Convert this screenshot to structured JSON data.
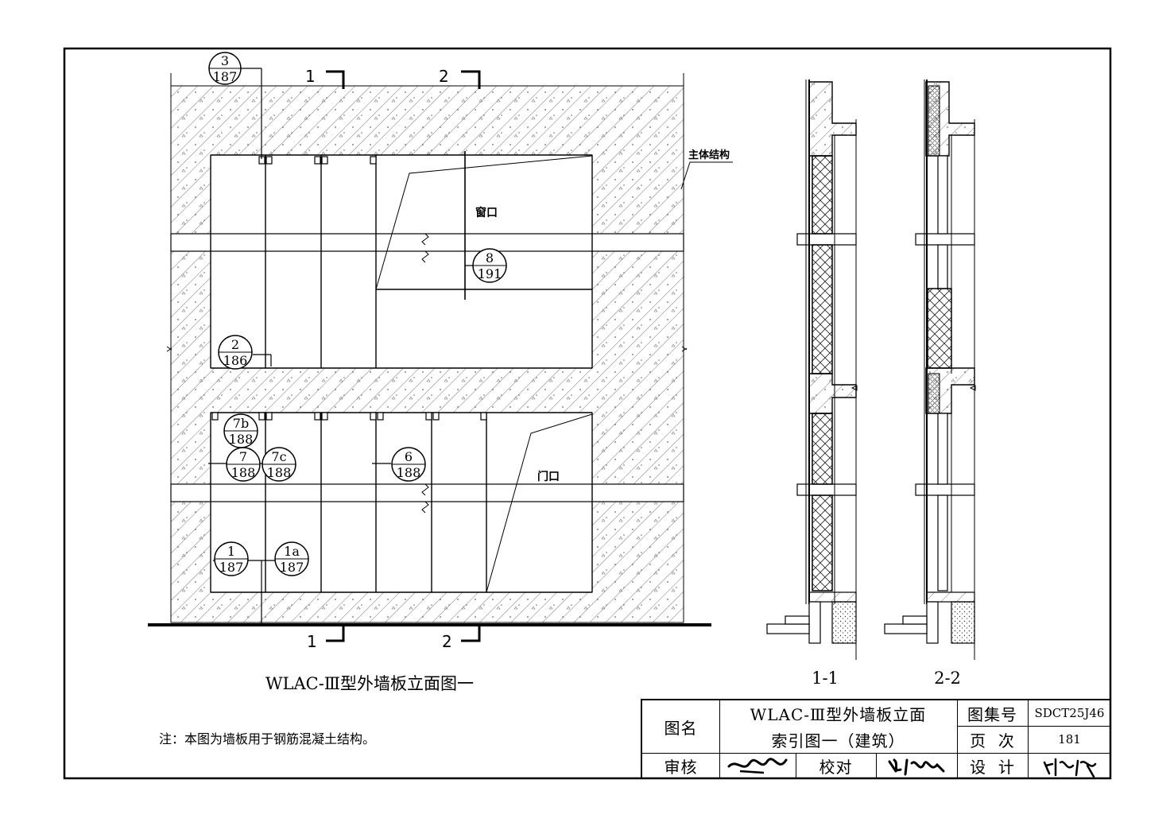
{
  "elevation": {
    "title": "WLAC-Ⅲ型外墙板立面图一",
    "structure_label": "主体结构",
    "window_label": "窗口",
    "door_label": "门口",
    "section_marks": [
      "1",
      "2"
    ],
    "detail_refs": [
      {
        "top": "3",
        "bottom": "187"
      },
      {
        "top": "8",
        "bottom": "191"
      },
      {
        "top": "2",
        "bottom": "186"
      },
      {
        "top": "7b",
        "bottom": "188"
      },
      {
        "top": "7",
        "bottom": "188"
      },
      {
        "top": "7c",
        "bottom": "188"
      },
      {
        "top": "6",
        "bottom": "188"
      },
      {
        "top": "1",
        "bottom": "187"
      },
      {
        "top": "1a",
        "bottom": "187"
      }
    ]
  },
  "sections": {
    "labels": [
      "1-1",
      "2-2"
    ]
  },
  "note": "注：本图为墙板用于钢筋混凝土结构。",
  "title_block": {
    "name_label": "图名",
    "name_line1": "WLAC-Ⅲ型外墙板立面",
    "name_line2": "索引图一（建筑）",
    "atlas_label": "图集号",
    "atlas_value": "SDCT25J46",
    "page_label": "页  次",
    "page_value": "181",
    "review_label": "审核",
    "review_signature": "高鹏",
    "check_label": "校对",
    "check_signature": "孙鹏",
    "design_label": "设  计",
    "design_signature": "祖忠泽"
  }
}
